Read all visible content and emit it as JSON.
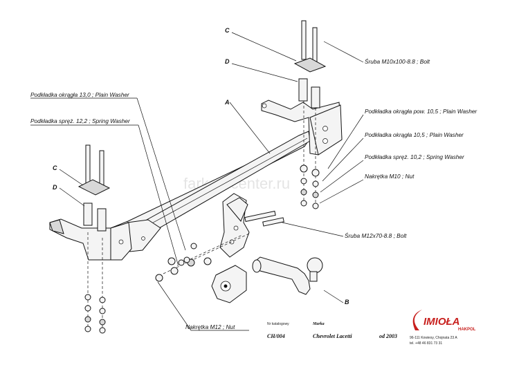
{
  "watermark": "farkop-center.ru",
  "parts": {
    "c_top": "C",
    "d_top": "D",
    "a": "A",
    "c_left": "C",
    "d_left": "D",
    "b": "B"
  },
  "labels": {
    "bolt_m10": "Śruba M10x100-8.8 ; Bolt",
    "plain_washer_13": "Podkładka okrągła 13,0 ; Plain Washer",
    "spring_washer_12": "Podkładka spręż. 12,2 ; Spring Washer",
    "plain_washer_pow_10": "Podkładka okrągła pow. 10,5 ; Plain Washer",
    "plain_washer_10": "Podkładka okrągła 10,5 ; Plain Washer",
    "spring_washer_10": "Podkładka spręż. 10,2 ; Spring Washer",
    "nut_m10": "Nakrętka  M10 ; Nut",
    "bolt_m12": "Śruba M12x70-8.8 ;  Bolt",
    "nut_m12": "Nakrętka  M12 ; Nut"
  },
  "title_block": {
    "catalog_header": "Nr katalogowy",
    "catalog_no": "CH/004",
    "make_header": "Marka",
    "make": "Chevrolet Lacetti",
    "year": "od 2003",
    "brand": "IMIOŁA",
    "brand_sub": "HAKPOL",
    "address": "96-111 Kowiesy, Chojnata 23 A",
    "phone": "tel. +48 46 831 73 31"
  },
  "colors": {
    "logo": "#c8201e",
    "ink": "#111111"
  }
}
